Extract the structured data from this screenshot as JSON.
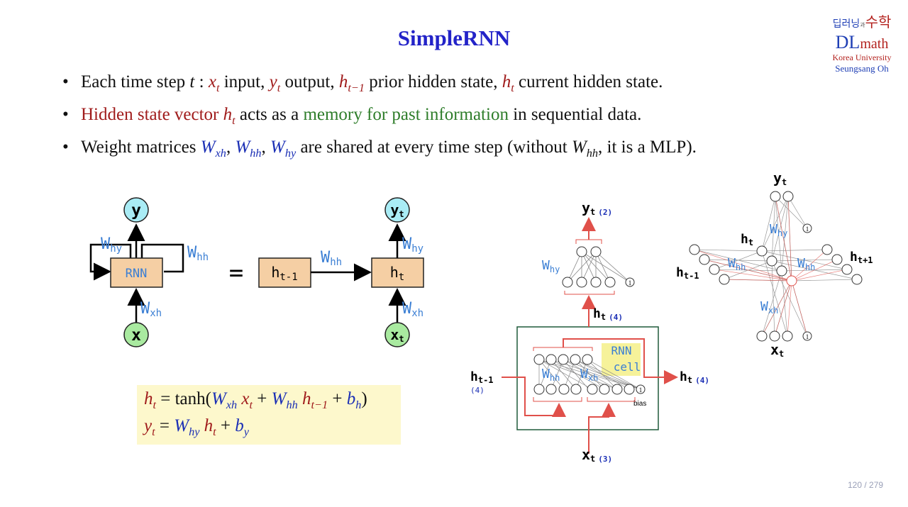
{
  "title": "SimpleRNN",
  "logo": {
    "korean_left": "딥러닝",
    "korean_mid": "과",
    "korean_right": "수학",
    "dl": "DL",
    "math": "math",
    "university": "Korea University",
    "author": "Seungsang Oh"
  },
  "bullets": {
    "b1": {
      "p1": "Each time step ",
      "t": "t",
      "colon": " : ",
      "xt": "x",
      "xt_sub": "t",
      "p2": " input, ",
      "yt": "y",
      "yt_sub": "t",
      "p3": " output, ",
      "ht1": "h",
      "ht1_sub": "t−1",
      "p4": " prior hidden state, ",
      "ht": "h",
      "ht_sub": "t",
      "p5": " current hidden state."
    },
    "b2": {
      "p1": "Hidden state vector ",
      "h": "h",
      "h_sub": "t",
      "p2": " acts as a ",
      "mem": "memory for past information",
      "p3": " in sequential data."
    },
    "b3": {
      "p1": "Weight matrices ",
      "w1": "W",
      "w1_sub": "xh",
      "c1": ", ",
      "w2": "W",
      "w2_sub": "hh",
      "c2": ", ",
      "w3": "W",
      "w3_sub": "hy",
      "p2": " are shared at every time step  (without ",
      "w4": "W",
      "w4_sub": "hh",
      "p3": ", it is a MLP)."
    }
  },
  "diagram_left": {
    "y": "y",
    "x": "x",
    "rnn": "RNN",
    "why": "W",
    "why_sub": "hy",
    "whh": "W",
    "whh_sub": "hh",
    "wxh": "W",
    "wxh_sub": "xh",
    "equals": "=",
    "ht1": "h",
    "ht1_sub": "t-1",
    "ht": "h",
    "ht_sub": "t",
    "yt": "y",
    "yt_sub": "t",
    "xt": "x",
    "xt_sub": "t",
    "whh2": "W",
    "whh2_sub": "hh",
    "why2": "W",
    "why2_sub": "hy",
    "wxh2": "W",
    "wxh2_sub": "xh"
  },
  "formula": {
    "l1_h": "h",
    "l1_hsub": "t",
    "l1_eq": " = tanh(",
    "l1_w1": "W",
    "l1_w1sub": "xh",
    "l1_x": " x",
    "l1_xsub": "t",
    "l1_plus1": " + ",
    "l1_w2": "W",
    "l1_w2sub": "hh",
    "l1_h2": " h",
    "l1_h2sub": "t−1",
    "l1_plus2": " + ",
    "l1_b": "b",
    "l1_bsub": "h",
    "l1_close": ")",
    "l2_y": "y",
    "l2_ysub": "t",
    "l2_eq": " = ",
    "l2_w": "W",
    "l2_wsub": "hy",
    "l2_h": " h",
    "l2_hsub": "t",
    "l2_plus": " + ",
    "l2_b": "b",
    "l2_bsub": "y"
  },
  "cell_diagram": {
    "yt": "y",
    "yt_sub": "t",
    "yt_num": "(2)",
    "why": "W",
    "why_sub": "hy",
    "ht_up": "h",
    "ht_up_sub": "t",
    "ht_up_num": "(4)",
    "rnn_cell_1": "RNN",
    "rnn_cell_2": "cell",
    "whh": "W",
    "whh_sub": "hh",
    "wxh": "W",
    "wxh_sub": "xh",
    "htm1": "h",
    "htm1_sub": "t-1",
    "htm1_num": "(4)",
    "ht_right": "h",
    "ht_right_sub": "t",
    "ht_right_num": "(4)",
    "xt": "x",
    "xt_sub": "t",
    "xt_num": "(3)",
    "bias": "bias",
    "one": "1"
  },
  "net_diagram": {
    "yt": "y",
    "yt_sub": "t",
    "why": "W",
    "why_sub": "hy",
    "ht": "h",
    "ht_sub": "t",
    "htp1": "h",
    "htp1_sub": "t+1",
    "htm1": "h",
    "htm1_sub": "t-1",
    "whh_l": "W",
    "whh_l_sub": "hh",
    "whh_r": "W",
    "whh_r_sub": "hh",
    "wxh": "W",
    "wxh_sub": "xh",
    "xt": "x",
    "xt_sub": "t",
    "one": "1"
  },
  "page": "120 / 279",
  "colors": {
    "title": "#2323c8",
    "red": "#a01c1c",
    "green": "#2e7d2a",
    "blue": "#1b2fb5",
    "box_fill": "#f5cfa4",
    "y_node": "#a9ecf5",
    "x_node": "#a9eaa0",
    "formula_bg": "#fdf8cc",
    "weight_label": "#3b7fd4",
    "arrow_red": "#e0504a",
    "cell_border": "#1f5a3a",
    "rnn_cell_bg": "#f6f29a"
  }
}
